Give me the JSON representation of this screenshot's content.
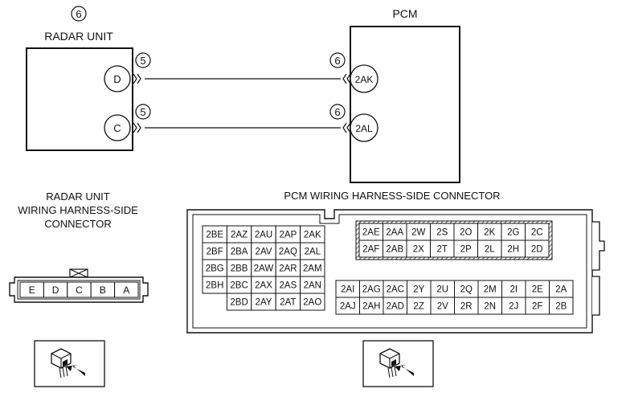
{
  "radar_unit": {
    "ref": "6",
    "title": "RADAR UNIT",
    "pins": [
      {
        "label": "D",
        "wire_ref": "5"
      },
      {
        "label": "C",
        "wire_ref": "5"
      }
    ]
  },
  "pcm": {
    "title": "PCM",
    "pins": [
      {
        "label": "2AK",
        "wire_ref": "6"
      },
      {
        "label": "2AL",
        "wire_ref": "6"
      }
    ]
  },
  "radar_connector": {
    "title_lines": [
      "RADAR UNIT",
      "WIRING HARNESS-SIDE",
      "CONNECTOR"
    ],
    "pins": [
      "E",
      "D",
      "C",
      "B",
      "A"
    ]
  },
  "pcm_connector": {
    "title": "PCM WIRING HARNESS-SIDE CONNECTOR",
    "left_block": [
      [
        "2BE",
        "2AZ",
        "2AU",
        "2AP",
        "2AK"
      ],
      [
        "2BF",
        "2BA",
        "2AV",
        "2AQ",
        "2AL"
      ],
      [
        "2BG",
        "2BB",
        "2AW",
        "2AR",
        "2AM"
      ],
      [
        "2BH",
        "2BC",
        "2AX",
        "2AS",
        "2AN"
      ],
      [
        "",
        "2BD",
        "2AY",
        "2AT",
        "2AO"
      ]
    ],
    "right_upper": [
      [
        "2AE",
        "2AA",
        "2W",
        "2S",
        "2O",
        "2K",
        "2G",
        "2C"
      ],
      [
        "2AF",
        "2AB",
        "2X",
        "2T",
        "2P",
        "2L",
        "2H",
        "2D"
      ]
    ],
    "right_lower": [
      [
        "2AI",
        "2AG",
        "2AC",
        "2Y",
        "2U",
        "2Q",
        "2M",
        "2I",
        "2E",
        "2A"
      ],
      [
        "2AJ",
        "2AH",
        "2AD",
        "2Z",
        "2V",
        "2R",
        "2N",
        "2J",
        "2F",
        "2B"
      ]
    ]
  }
}
